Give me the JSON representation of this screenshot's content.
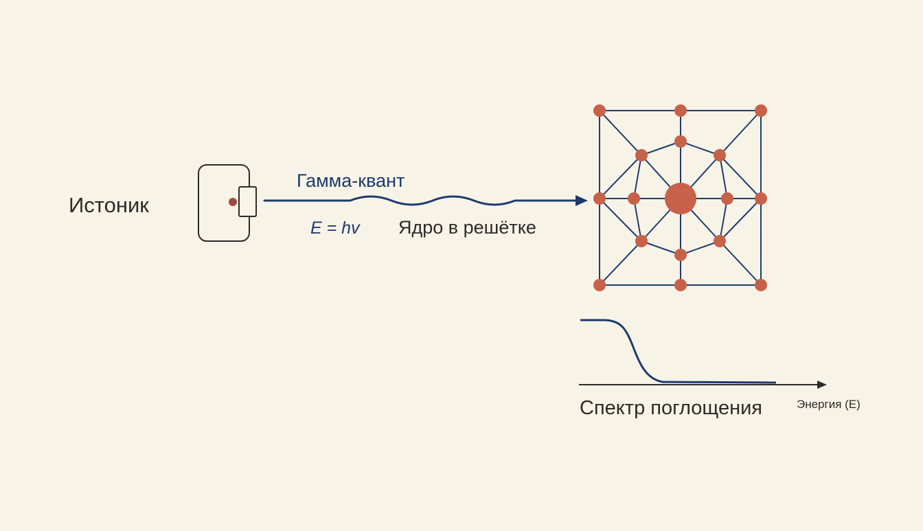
{
  "labels": {
    "source": "Истоник",
    "gamma": "Гамма-квант",
    "energy_formula": "E = hv",
    "nucleus": "Ядро в решётке",
    "spectrum": "Спектр поглощения",
    "energy_axis": "Энергия (E)"
  },
  "colors": {
    "background": "#f7f3e6",
    "ink": "#2b2b2b",
    "beam": "#1c3a6e",
    "lattice_line": "#1f3b6c",
    "atom": "#c8614a",
    "source_dot": "#a3493f"
  }
}
